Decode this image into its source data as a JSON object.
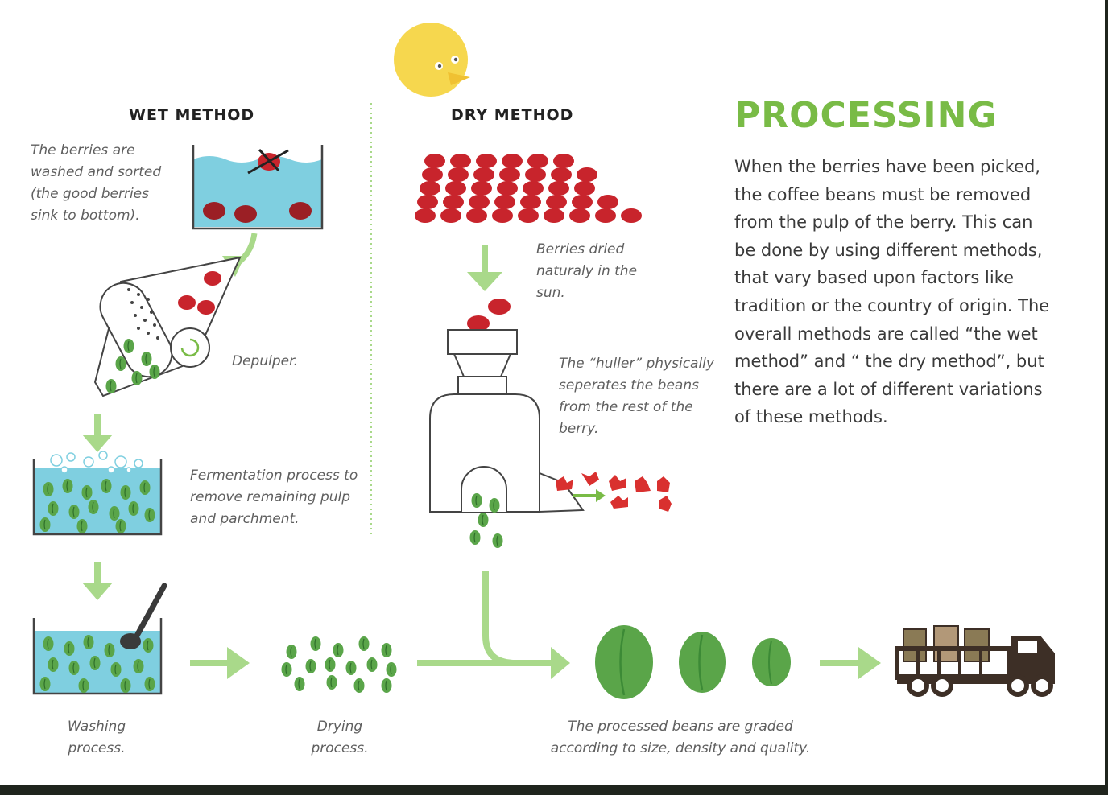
{
  "headings": {
    "wet": "WET METHOD",
    "dry": "DRY METHOD"
  },
  "processing": {
    "title": "PROCESSING",
    "body_lines": [
      "When the berries have been picked,",
      "the coffee beans must be removed",
      "from the pulp of the berry. This can",
      "be done by using different methods,",
      "that vary based upon factors like",
      "tradition or the country of origin. The",
      "overall methods are called “the wet",
      "method” and “ the dry method”, but",
      "there are a lot of different variations",
      "of these methods."
    ]
  },
  "notes": {
    "washed": [
      "The berries are",
      "washed and sorted",
      "(the good berries",
      "sink to bottom)."
    ],
    "depulper": [
      "Depulper."
    ],
    "fermentation": [
      "Fermentation process to",
      "remove remaining pulp",
      "and parchment."
    ],
    "washing": [
      "Washing",
      "process."
    ],
    "drying": [
      "Drying",
      "process."
    ],
    "dried": [
      "Berries dried",
      "naturaly in the",
      "sun."
    ],
    "huller": [
      "The “huller” physically",
      "seperates the beans",
      "from the rest of the",
      "berry."
    ],
    "graded": [
      "The processed beans are graded",
      "according to size, density and quality."
    ]
  },
  "colors": {
    "accent_green": "#79bb46",
    "arrow_green": "#a9d98a",
    "bean_green": "#5aa549",
    "berry_red": "#c8242c",
    "water": "#7fcfe0",
    "sun": "#f6d74e",
    "truck": "#3d2f26"
  },
  "icons": [
    "sun-icon",
    "berry-icon",
    "bean-icon",
    "depulper-icon",
    "huller-icon",
    "truck-icon",
    "arrow-icon",
    "spoon-icon"
  ]
}
